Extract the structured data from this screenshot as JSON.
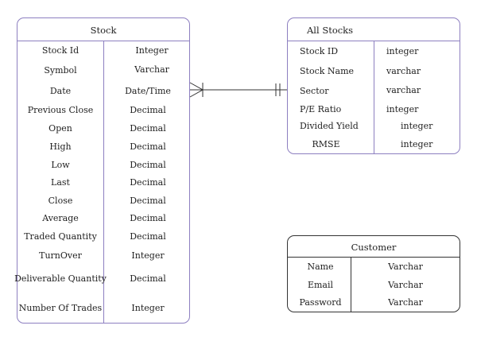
{
  "stock": {
    "title": "Stock",
    "rows": [
      {
        "name": "Stock Id",
        "type": "Integer"
      },
      {
        "name": "Symbol",
        "type": "Varchar"
      },
      {
        "name": "Date",
        "type": "Date/Time"
      },
      {
        "name": "Previous Close",
        "type": "Decimal"
      },
      {
        "name": "Open",
        "type": "Decimal"
      },
      {
        "name": "High",
        "type": "Decimal"
      },
      {
        "name": "Low",
        "type": "Decimal"
      },
      {
        "name": "Last",
        "type": "Decimal"
      },
      {
        "name": "Close",
        "type": "Decimal"
      },
      {
        "name": "Average",
        "type": "Decimal"
      },
      {
        "name": "Traded Quantity",
        "type": "Decimal"
      },
      {
        "name": "TurnOver",
        "type": "Integer"
      },
      {
        "name": "Deliverable Quantity",
        "type": "Decimal"
      },
      {
        "name": "Number Of Trades",
        "type": "Integer"
      }
    ]
  },
  "all_stocks": {
    "title": "All Stocks",
    "rows": [
      {
        "name": "Stock ID",
        "type": "integer"
      },
      {
        "name": "Stock Name",
        "type": "varchar"
      },
      {
        "name": "Sector",
        "type": "varchar"
      },
      {
        "name": "P/E Ratio",
        "type": "integer"
      },
      {
        "name": "Divided Yield",
        "type": "integer"
      },
      {
        "name": "RMSE",
        "type": "integer"
      }
    ]
  },
  "customer": {
    "title": "Customer",
    "rows": [
      {
        "name": "Name",
        "type": "Varchar"
      },
      {
        "name": "Email",
        "type": "Varchar"
      },
      {
        "name": "Password",
        "type": "Varchar"
      }
    ]
  },
  "relationship": {
    "from": "Stock",
    "to": "All Stocks",
    "from_cardinality": "many",
    "to_cardinality": "one"
  },
  "colors": {
    "entity_border": "#8d7fc0",
    "customer_border": "#333333",
    "text": "#222222"
  }
}
